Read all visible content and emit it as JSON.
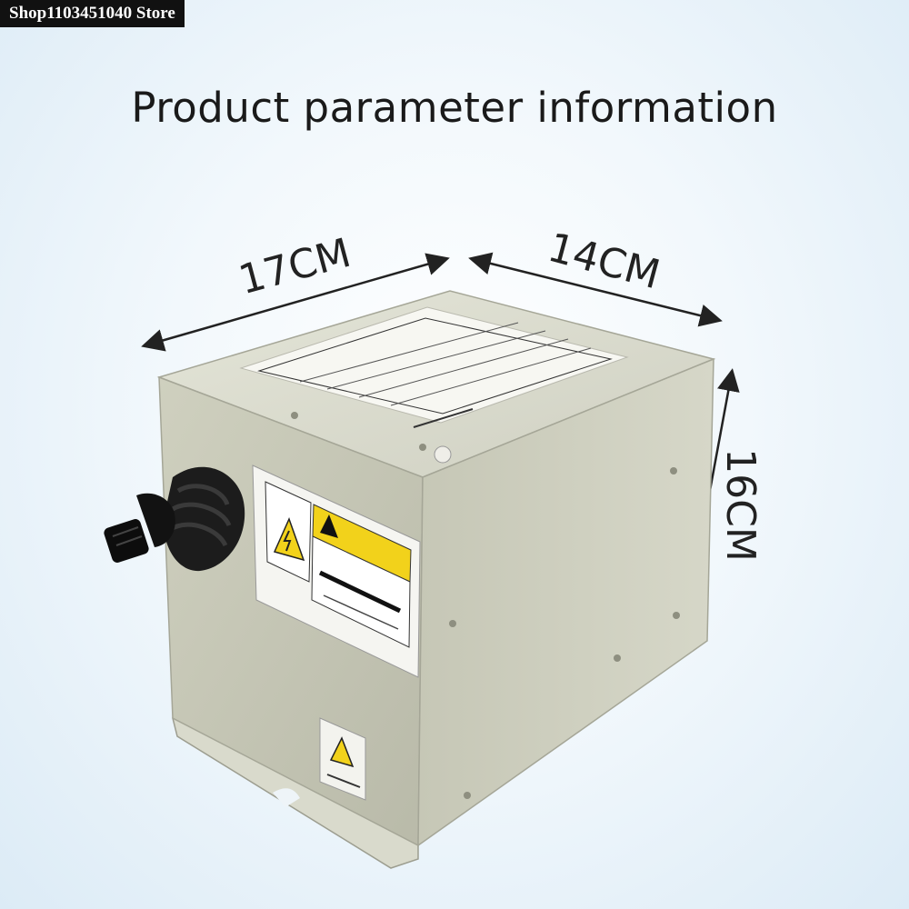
{
  "store": {
    "name": "Shop1103451040 Store"
  },
  "headline": "Product parameter information",
  "dimensions": {
    "width": "17CM",
    "depth": "14CM",
    "height": "16CM"
  },
  "colors": {
    "background": "#eaf3f9",
    "box_body": "#c9cbb9",
    "warning_yellow": "#f2d21b",
    "text": "#1a1a1a"
  }
}
